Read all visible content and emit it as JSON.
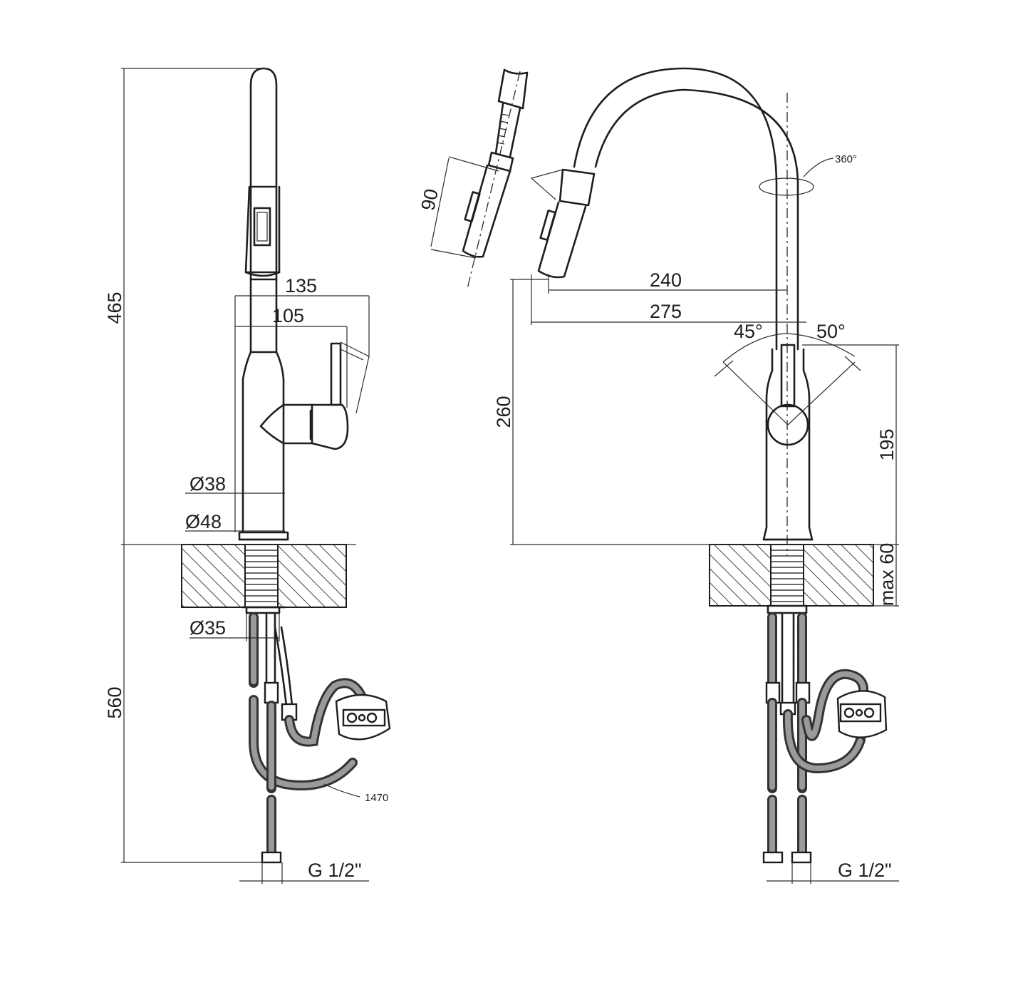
{
  "dimensions": {
    "left_total_height": "465",
    "left_reach_135": "135",
    "left_reach_105": "105",
    "left_dia_38": "Ø38",
    "left_dia_48": "Ø48",
    "left_dia_35": "Ø35",
    "left_below_560": "560",
    "left_hose_1470": "1470",
    "left_thread": "G 1/2\"",
    "spray_len_90": "90",
    "spout_240": "240",
    "spout_275": "275",
    "height_260": "260",
    "angle_45": "45°",
    "angle_50": "50°",
    "rotation_360": "360°",
    "handle_195": "195",
    "counter_max_60": "max 60",
    "right_thread": "G 1/2\""
  }
}
